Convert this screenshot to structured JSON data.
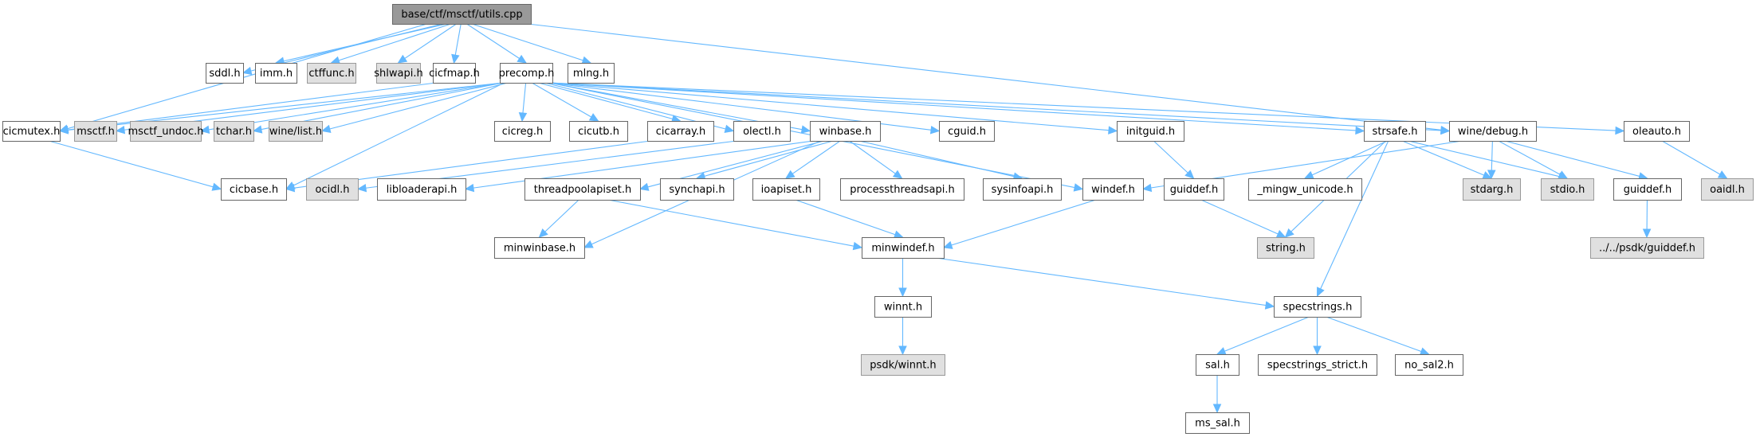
{
  "title": "base/ctf/msctf/utils.cpp",
  "colors": {
    "edge": "#63b8ff",
    "root_fill": "#999999",
    "node_fill": "#ffffff",
    "external_fill": "#e0e0e0",
    "border": "#666666"
  },
  "nodes": [
    {
      "id": "root",
      "label": "base/ctf/msctf/utils.cpp",
      "kind": "root"
    },
    {
      "id": "sddl",
      "label": "sddl.h",
      "kind": "normal"
    },
    {
      "id": "imm",
      "label": "imm.h",
      "kind": "normal"
    },
    {
      "id": "ctffunc",
      "label": "ctffunc.h",
      "kind": "external"
    },
    {
      "id": "shlwapi",
      "label": "shlwapi.h",
      "kind": "external"
    },
    {
      "id": "cicfmap",
      "label": "cicfmap.h",
      "kind": "normal"
    },
    {
      "id": "precomp",
      "label": "precomp.h",
      "kind": "normal"
    },
    {
      "id": "mlng",
      "label": "mlng.h",
      "kind": "normal"
    },
    {
      "id": "cicmutex",
      "label": "cicmutex.h",
      "kind": "normal"
    },
    {
      "id": "msctf",
      "label": "msctf.h",
      "kind": "external"
    },
    {
      "id": "msctf_undoc",
      "label": "msctf_undoc.h",
      "kind": "external"
    },
    {
      "id": "tchar",
      "label": "tchar.h",
      "kind": "external"
    },
    {
      "id": "winelist",
      "label": "wine/list.h",
      "kind": "external"
    },
    {
      "id": "cicreg",
      "label": "cicreg.h",
      "kind": "normal"
    },
    {
      "id": "cicutb",
      "label": "cicutb.h",
      "kind": "normal"
    },
    {
      "id": "cicarray",
      "label": "cicarray.h",
      "kind": "normal"
    },
    {
      "id": "olectl",
      "label": "olectl.h",
      "kind": "normal"
    },
    {
      "id": "winbase",
      "label": "winbase.h",
      "kind": "normal"
    },
    {
      "id": "cguid",
      "label": "cguid.h",
      "kind": "normal"
    },
    {
      "id": "initguid",
      "label": "initguid.h",
      "kind": "normal"
    },
    {
      "id": "strsafe",
      "label": "strsafe.h",
      "kind": "normal"
    },
    {
      "id": "winedebug",
      "label": "wine/debug.h",
      "kind": "normal"
    },
    {
      "id": "oleauto",
      "label": "oleauto.h",
      "kind": "normal"
    },
    {
      "id": "cicbase",
      "label": "cicbase.h",
      "kind": "normal"
    },
    {
      "id": "ocidl",
      "label": "ocidl.h",
      "kind": "external"
    },
    {
      "id": "libloaderapi",
      "label": "libloaderapi.h",
      "kind": "normal"
    },
    {
      "id": "threadpoolapiset",
      "label": "threadpoolapiset.h",
      "kind": "normal"
    },
    {
      "id": "synchapi",
      "label": "synchapi.h",
      "kind": "normal"
    },
    {
      "id": "ioapiset",
      "label": "ioapiset.h",
      "kind": "normal"
    },
    {
      "id": "processthreadsapi",
      "label": "processthreadsapi.h",
      "kind": "normal"
    },
    {
      "id": "sysinfoapi",
      "label": "sysinfoapi.h",
      "kind": "normal"
    },
    {
      "id": "windef",
      "label": "windef.h",
      "kind": "normal"
    },
    {
      "id": "guiddef1",
      "label": "guiddef.h",
      "kind": "normal"
    },
    {
      "id": "mingw_unicode",
      "label": "_mingw_unicode.h",
      "kind": "normal"
    },
    {
      "id": "stdarg",
      "label": "stdarg.h",
      "kind": "external"
    },
    {
      "id": "stdio",
      "label": "stdio.h",
      "kind": "external"
    },
    {
      "id": "guiddef2",
      "label": "guiddef.h",
      "kind": "normal"
    },
    {
      "id": "oaidl",
      "label": "oaidl.h",
      "kind": "external"
    },
    {
      "id": "minwinbase",
      "label": "minwinbase.h",
      "kind": "normal"
    },
    {
      "id": "minwindef",
      "label": "minwindef.h",
      "kind": "normal"
    },
    {
      "id": "string",
      "label": "string.h",
      "kind": "external"
    },
    {
      "id": "psdkguiddef",
      "label": "../../psdk/guiddef.h",
      "kind": "external"
    },
    {
      "id": "winnt",
      "label": "winnt.h",
      "kind": "normal"
    },
    {
      "id": "specstrings",
      "label": "specstrings.h",
      "kind": "normal"
    },
    {
      "id": "psdkwinnt",
      "label": "psdk/winnt.h",
      "kind": "external"
    },
    {
      "id": "sal",
      "label": "sal.h",
      "kind": "normal"
    },
    {
      "id": "specstrings_strict",
      "label": "specstrings_strict.h",
      "kind": "normal"
    },
    {
      "id": "no_sal2",
      "label": "no_sal2.h",
      "kind": "normal"
    },
    {
      "id": "ms_sal",
      "label": "ms_sal.h",
      "kind": "normal"
    }
  ],
  "edges": [
    [
      "root",
      "sddl"
    ],
    [
      "root",
      "imm"
    ],
    [
      "root",
      "ctffunc"
    ],
    [
      "root",
      "shlwapi"
    ],
    [
      "root",
      "cicfmap"
    ],
    [
      "root",
      "precomp"
    ],
    [
      "root",
      "mlng"
    ],
    [
      "root",
      "cicmutex"
    ],
    [
      "root",
      "winedebug"
    ],
    [
      "cicfmap",
      "cicmutex"
    ],
    [
      "precomp",
      "cicmutex"
    ],
    [
      "precomp",
      "msctf"
    ],
    [
      "precomp",
      "msctf_undoc"
    ],
    [
      "precomp",
      "tchar"
    ],
    [
      "precomp",
      "winelist"
    ],
    [
      "precomp",
      "cicreg"
    ],
    [
      "precomp",
      "cicutb"
    ],
    [
      "precomp",
      "cicarray"
    ],
    [
      "precomp",
      "olectl"
    ],
    [
      "precomp",
      "winbase"
    ],
    [
      "precomp",
      "cguid"
    ],
    [
      "precomp",
      "initguid"
    ],
    [
      "precomp",
      "strsafe"
    ],
    [
      "precomp",
      "winedebug"
    ],
    [
      "precomp",
      "oleauto"
    ],
    [
      "precomp",
      "cicbase"
    ],
    [
      "precomp",
      "windef"
    ],
    [
      "cicmutex",
      "cicbase"
    ],
    [
      "cicarray",
      "cicbase"
    ],
    [
      "olectl",
      "ocidl"
    ],
    [
      "winbase",
      "libloaderapi"
    ],
    [
      "winbase",
      "threadpoolapiset"
    ],
    [
      "winbase",
      "synchapi"
    ],
    [
      "winbase",
      "ioapiset"
    ],
    [
      "winbase",
      "processthreadsapi"
    ],
    [
      "winbase",
      "sysinfoapi"
    ],
    [
      "winbase",
      "minwinbase"
    ],
    [
      "threadpoolapiset",
      "minwinbase"
    ],
    [
      "threadpoolapiset",
      "minwindef"
    ],
    [
      "ioapiset",
      "minwindef"
    ],
    [
      "windef",
      "minwindef"
    ],
    [
      "initguid",
      "guiddef1"
    ],
    [
      "guiddef1",
      "string"
    ],
    [
      "strsafe",
      "mingw_unicode"
    ],
    [
      "strsafe",
      "string"
    ],
    [
      "strsafe",
      "stdarg"
    ],
    [
      "strsafe",
      "stdio"
    ],
    [
      "strsafe",
      "specstrings"
    ],
    [
      "winedebug",
      "windef"
    ],
    [
      "winedebug",
      "stdarg"
    ],
    [
      "winedebug",
      "stdio"
    ],
    [
      "winedebug",
      "guiddef2"
    ],
    [
      "oleauto",
      "oaidl"
    ],
    [
      "guiddef2",
      "psdkguiddef"
    ],
    [
      "minwindef",
      "winnt"
    ],
    [
      "minwindef",
      "specstrings"
    ],
    [
      "winnt",
      "psdkwinnt"
    ],
    [
      "specstrings",
      "sal"
    ],
    [
      "specstrings",
      "specstrings_strict"
    ],
    [
      "specstrings",
      "no_sal2"
    ],
    [
      "sal",
      "ms_sal"
    ]
  ]
}
